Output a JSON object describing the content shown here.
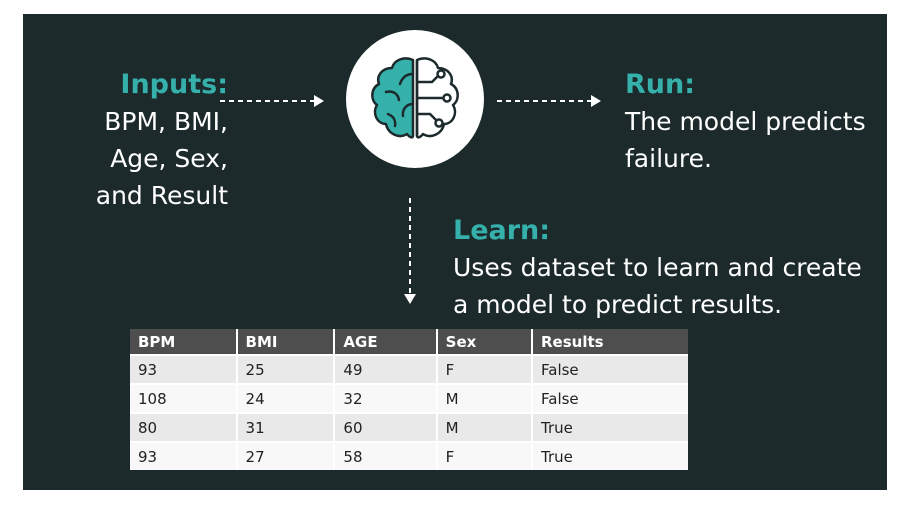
{
  "inputs": {
    "title": "Inputs:",
    "lines": [
      "BPM, BMI,",
      "Age, Sex,",
      "and Result"
    ]
  },
  "run": {
    "title": "Run:",
    "lines": [
      "The model predicts",
      "failure."
    ]
  },
  "learn": {
    "title": "Learn:",
    "lines": [
      "Uses dataset to learn and create",
      "a model to predict results."
    ]
  },
  "icon": "brain-circuit-icon",
  "colors": {
    "background": "#1c2a2c",
    "accent": "#35b0ab",
    "table_header": "#4e4e4e"
  },
  "table": {
    "headers": [
      "BPM",
      "BMI",
      "AGE",
      "Sex",
      "Results"
    ],
    "rows": [
      [
        "93",
        "25",
        "49",
        "F",
        "False"
      ],
      [
        "108",
        "24",
        "32",
        "M",
        "False"
      ],
      [
        "80",
        "31",
        "60",
        "M",
        "True"
      ],
      [
        "93",
        "27",
        "58",
        "F",
        "True"
      ]
    ]
  }
}
